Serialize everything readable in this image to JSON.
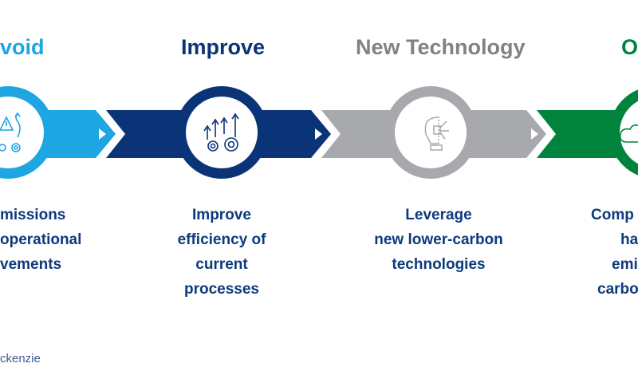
{
  "steps": [
    {
      "title": "void",
      "color": "#1ea6e2",
      "icon": "warning-gears-icon",
      "lines": [
        "missions",
        "operational",
        "vements"
      ]
    },
    {
      "title": "Improve",
      "color": "#0b3478",
      "icon": "arrows-up-gears-icon",
      "lines": [
        "Improve",
        "efficiency of",
        "current",
        "processes"
      ]
    },
    {
      "title": "New Technology",
      "color": "#a7a9ac",
      "title_color": "#808285",
      "icon": "lightbulb-circuit-icon",
      "lines": [
        "Leverage",
        "new lower-carbon",
        "technologies"
      ]
    },
    {
      "title": "O",
      "color": "#00843d",
      "icon": "cloud-leaf-icon",
      "lines": [
        "Comp",
        "hard",
        "emiss",
        "carbo"
      ]
    }
  ],
  "credit": "ckenzie"
}
